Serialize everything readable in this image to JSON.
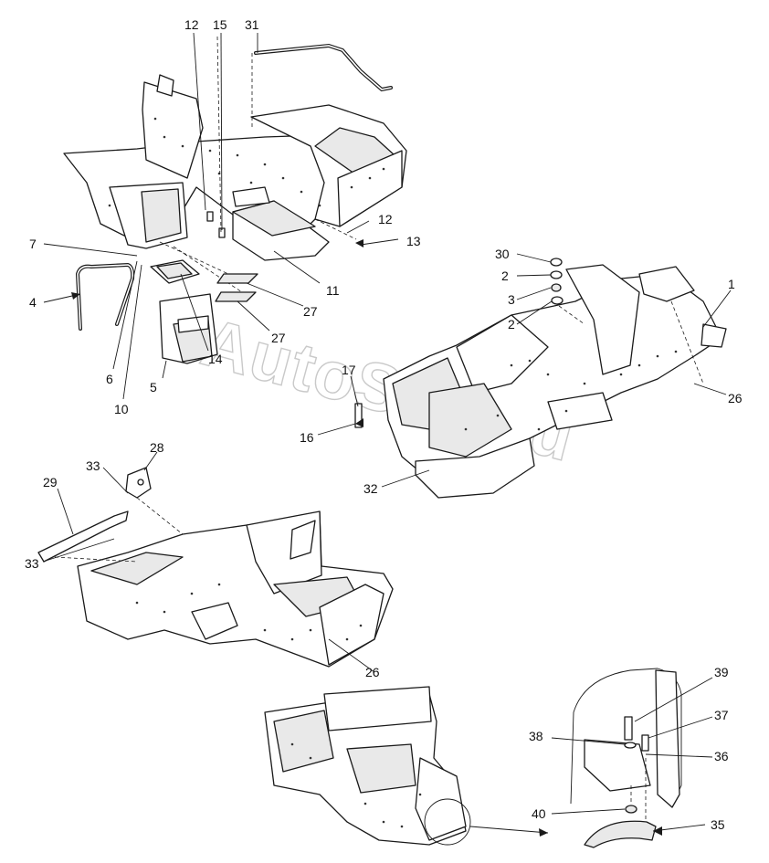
{
  "watermark": "AutoSoft.ru",
  "callouts": {
    "c1": "1",
    "c2a": "2",
    "c2b": "2",
    "c3": "3",
    "c4": "4",
    "c5": "5",
    "c6": "6",
    "c7": "7",
    "c10": "10",
    "c11": "11",
    "c12a": "12",
    "c12b": "12",
    "c13": "13",
    "c14": "14",
    "c15": "15",
    "c16": "16",
    "c17": "17",
    "c26a": "26",
    "c26b": "26",
    "c27a": "27",
    "c27b": "27",
    "c28": "28",
    "c29": "29",
    "c30": "30",
    "c31": "31",
    "c32": "32",
    "c33a": "33",
    "c33b": "33",
    "c35": "35",
    "c36": "36",
    "c37": "37",
    "c38": "38",
    "c39": "39",
    "c40": "40"
  }
}
